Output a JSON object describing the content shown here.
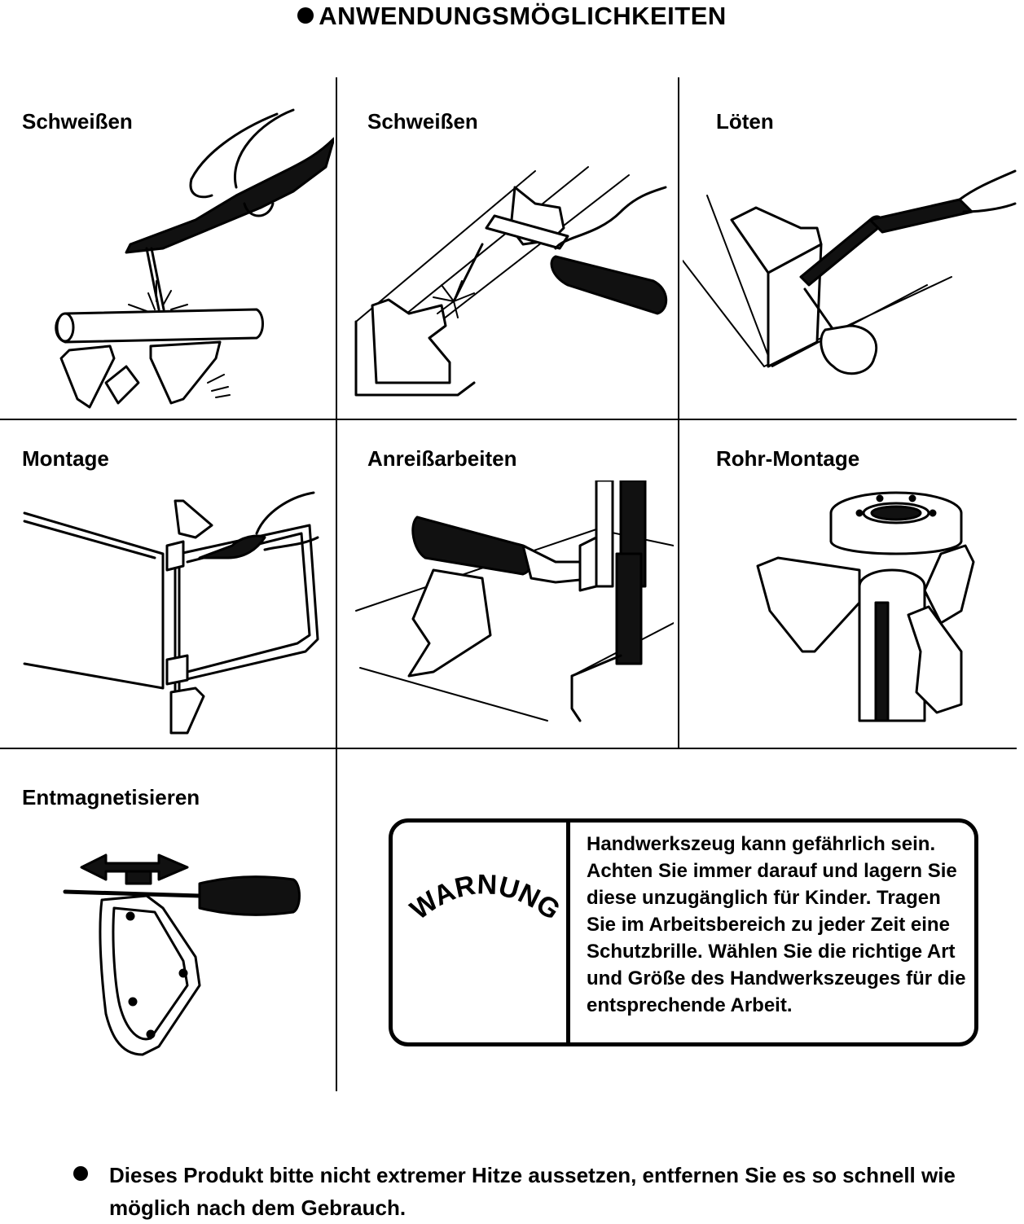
{
  "title": "ANWENDUNGSMÖGLICHKEITEN",
  "cells": [
    {
      "label": "Schweißen"
    },
    {
      "label": "Schweißen"
    },
    {
      "label": "Löten"
    },
    {
      "label": "Montage"
    },
    {
      "label": "Anreißarbeiten"
    },
    {
      "label": "Rohr-Montage"
    },
    {
      "label": "Entmagnetisieren"
    }
  ],
  "warning": {
    "heading": "WARNUNG",
    "text": "Handwerkszeug kann gefährlich sein. Achten Sie immer darauf und lagern Sie diese unzugänglich für Kinder. Tragen Sie im Arbeitsbereich zu jeder Zeit eine Schutzbrille. Wählen Sie die richtige Art und Größe des Handwerkszeuges für die entsprechende Arbeit."
  },
  "footer": {
    "text": "Dieses Produkt bitte nicht extremer Hitze aussetzen, entfernen Sie es so schnell wie möglich nach dem Gebrauch."
  }
}
